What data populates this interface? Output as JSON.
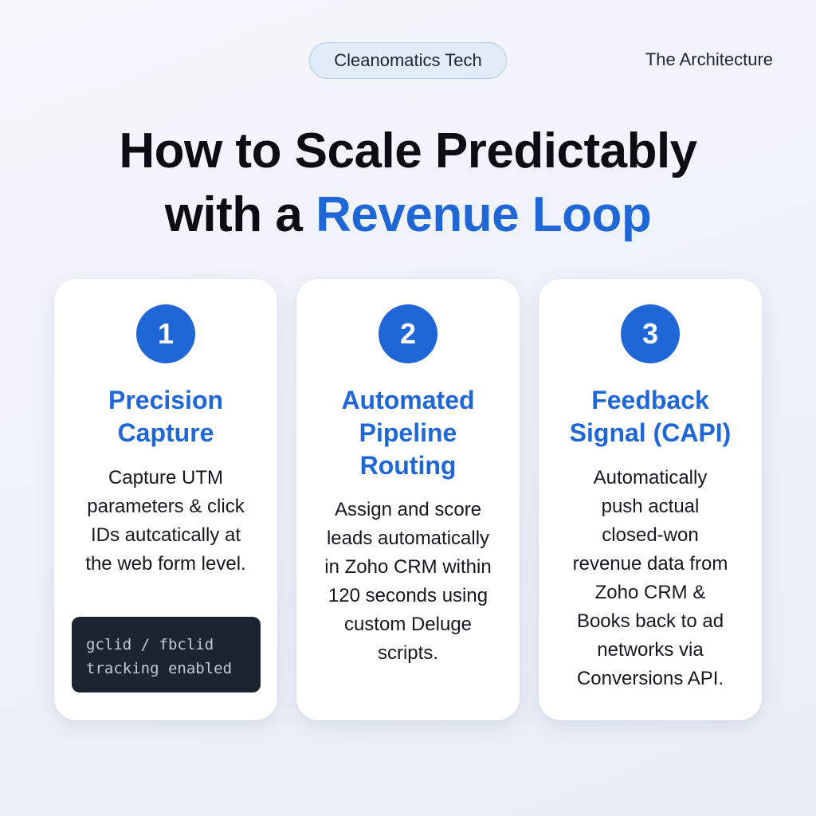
{
  "header": {
    "brand": "Cleanomatics Tech",
    "section": "The Architecture"
  },
  "headline": {
    "line1": "How to Scale Predictably",
    "line2_prefix": "with a ",
    "line2_accent": "Revenue Loop"
  },
  "cards": [
    {
      "number": "1",
      "title_lines": [
        "Precision",
        "Capture"
      ],
      "body_lines": [
        "Capture UTM",
        "parameters & click",
        "IDs autcatically at",
        "the web form level."
      ],
      "code_lines": [
        "gclid / fbclid",
        "tracking enabled"
      ]
    },
    {
      "number": "2",
      "title_lines": [
        "Automated",
        "Pipeline",
        "Routing"
      ],
      "body_lines": [
        "Assign and score",
        "leads automatically",
        "in Zoho CRM within",
        "120 seconds using",
        "custom Deluge",
        "scripts."
      ]
    },
    {
      "number": "3",
      "title_lines": [
        "Feedback",
        "Signal (CAPI)"
      ],
      "body_lines": [
        "Automatically",
        "push actual",
        "closed-won",
        "revenue data from",
        "Zoho CRM &",
        "Books back to ad",
        "networks via",
        "Conversions API."
      ]
    }
  ],
  "colors": {
    "accent": "#1f67d6",
    "text": "#0b0d12",
    "code_bg": "#1c2430"
  }
}
